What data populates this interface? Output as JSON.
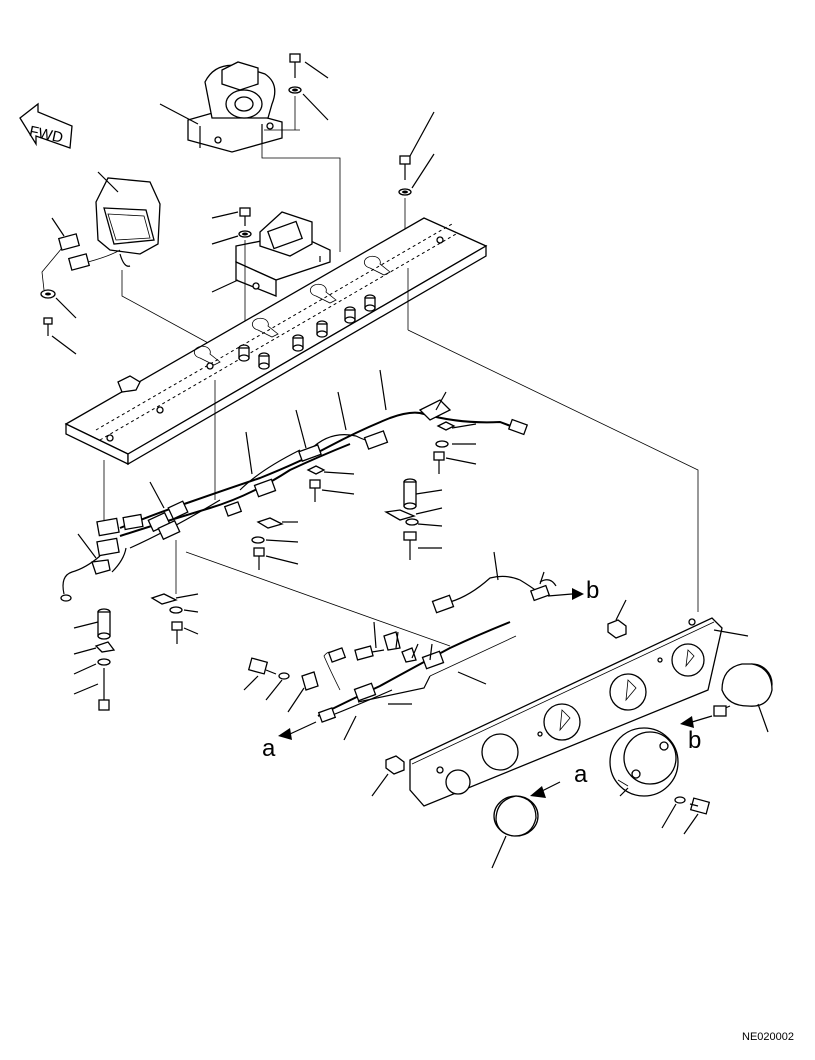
{
  "drawing": {
    "direction_badge": "FWD",
    "drawing_code": "NE020002",
    "connection_marks": {
      "a": "a",
      "b": "b"
    }
  }
}
